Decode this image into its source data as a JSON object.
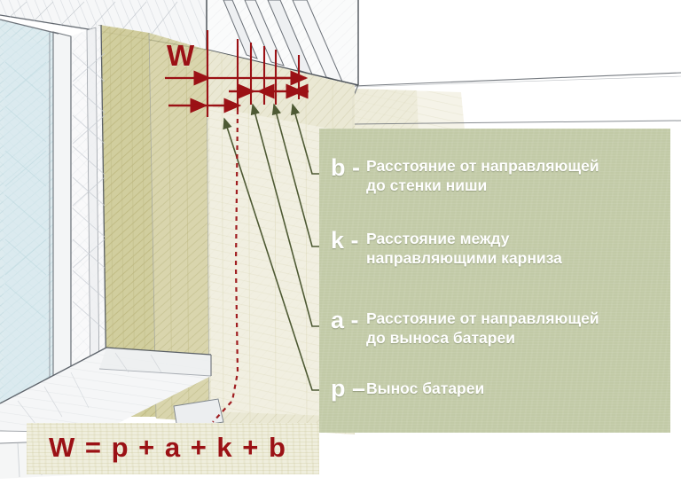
{
  "diagram": {
    "title_symbol": "W",
    "formula": "W = p + a + k + b",
    "colors": {
      "dimension_red": "#9b1115",
      "leader_green": "#4e5a34",
      "panel_green": "#c2caa7",
      "formula_red": "#9b1115",
      "wall_ochre": "#c8c593",
      "glass_blue": "#cfe3e8",
      "sketch_ink": "#5a5f66"
    }
  },
  "legend": {
    "items": [
      {
        "symbol": "b",
        "dash": "-",
        "text": "Расстояние от направляющей\nдо стенки ниши"
      },
      {
        "symbol": "k",
        "dash": "-",
        "text": "Расстояние между\nнаправляющими карниза"
      },
      {
        "symbol": "a",
        "dash": "-",
        "text": "Расстояние от направляющей\nдо выноса батареи"
      },
      {
        "symbol": "p",
        "dash": "–",
        "text": "Вынос батареи"
      }
    ]
  },
  "scene": {
    "description": "Pencil sketch of a window reveal with a ceiling curtain niche, window sill and radiator, annotated with red dimension lines and green leader lines.",
    "elements": [
      "window-glass",
      "window-frame",
      "window-sill",
      "radiator",
      "ceiling-niche",
      "curtain-rails",
      "niche-wall"
    ]
  }
}
